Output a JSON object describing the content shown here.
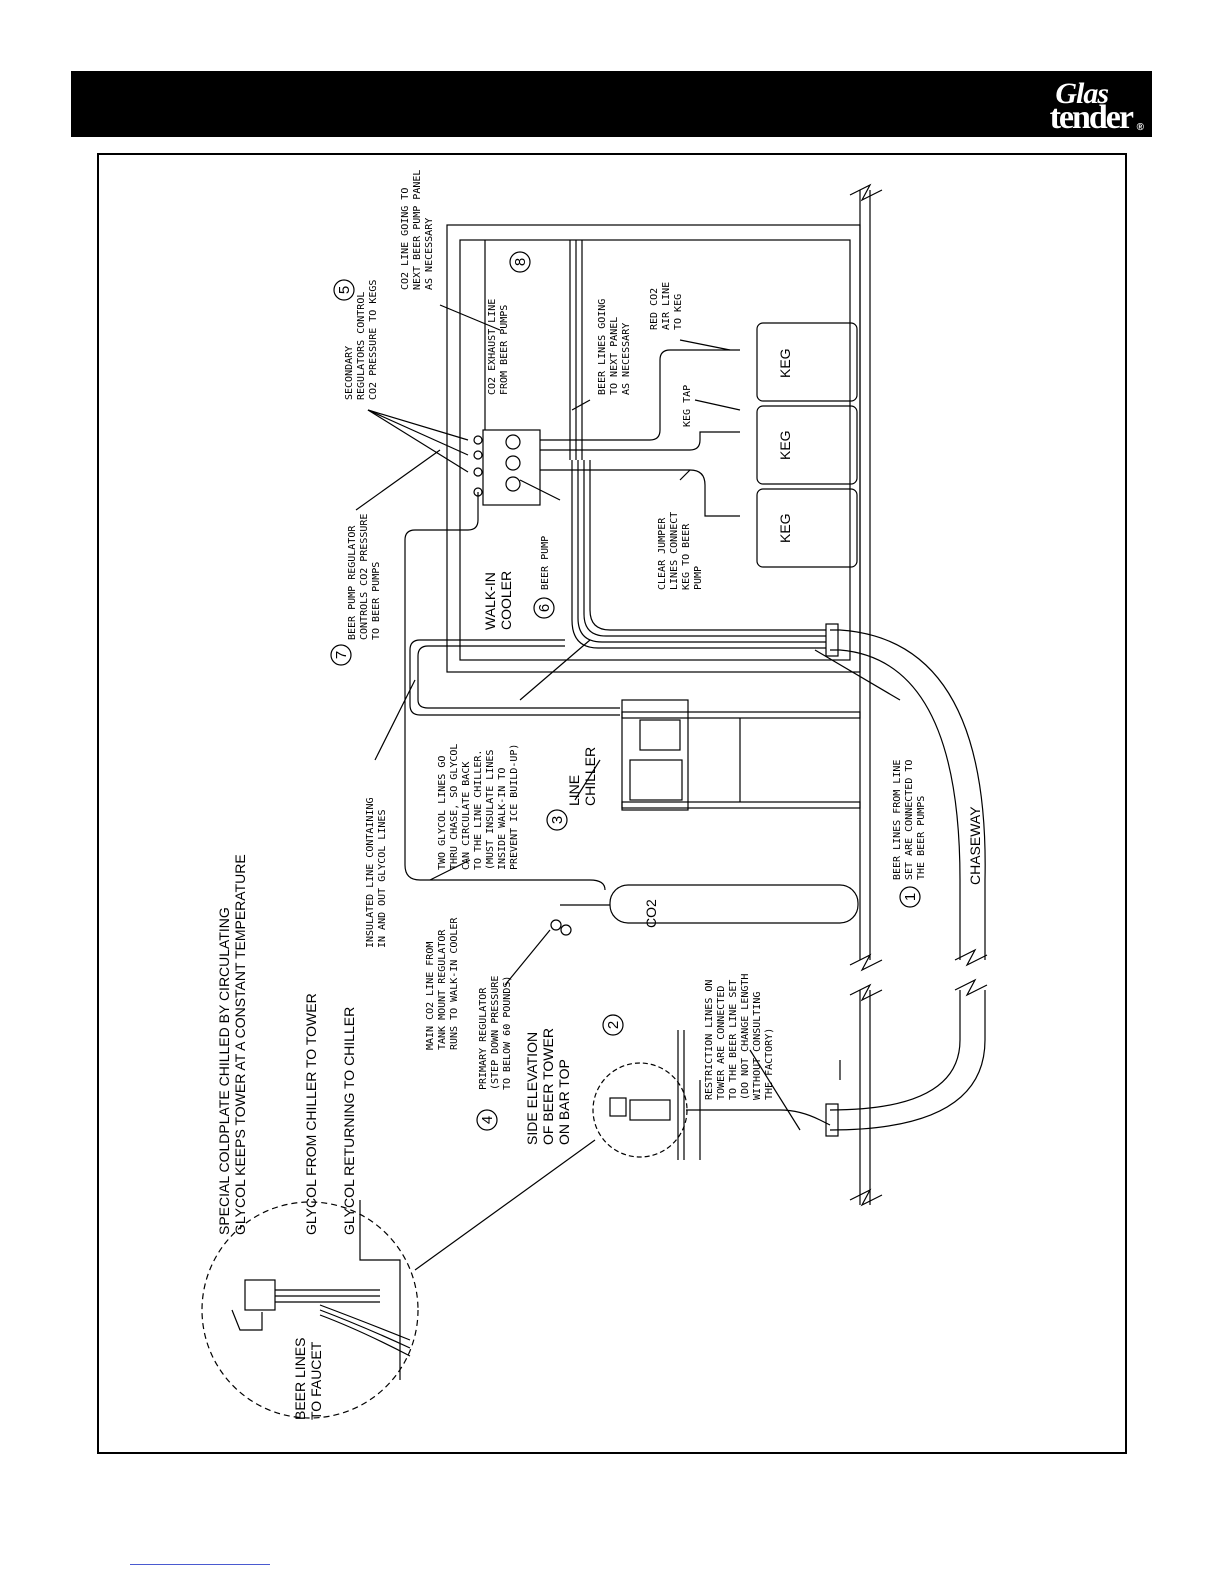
{
  "header": {
    "logo_line1": "Glas",
    "logo_line2": "tender",
    "logo_mark": "®"
  },
  "labels": {
    "coldplate": [
      "SPECIAL COLDPLATE CHILLED BY CIRCULATING",
      "GLYCOL KEEPS TOWER AT A CONSTANT TEMPERATURE"
    ],
    "glycol_from": "GLYCOL FROM CHILLER TO TOWER",
    "glycol_return": "GLYCOL RETURNING TO CHILLER",
    "beer_lines_faucet": [
      "BEER LINES",
      "TO FAUCET"
    ],
    "side_elevation": [
      "SIDE ELEVATION",
      "OF BEER TOWER",
      "ON BAR TOP"
    ],
    "primary_regulator": [
      "PRIMARY REGULATOR",
      "(STEP DOWN PRESSURE",
      "TO BELOW 60 POUNDS)"
    ],
    "main_co2": [
      "MAIN CO2 LINE FROM",
      "TANK MOUNT REGULATOR",
      "RUNS TO WALK-IN COOLER"
    ],
    "insulated_line": [
      "INSULATED LINE CONTAINING",
      "IN AND OUT GLYCOL LINES"
    ],
    "two_glycol": [
      "TWO GLYCOL LINES GO",
      "THRU CHASE, SO GLYCOL",
      "CAN CIRCULATE BACK",
      "TO THE LINE CHILLER.",
      "(MUST INSULATE LINES",
      "INSIDE WALK-IN TO",
      "PREVENT ICE BUILD-UP)"
    ],
    "line_chiller": [
      "LINE",
      "CHILLER"
    ],
    "co2_tank": "CO2",
    "walk_in": [
      "WALK-IN",
      "COOLER"
    ],
    "beer_pump": "BEER PUMP",
    "pump_regulator": [
      "BEER PUMP REGULATOR",
      "CONTROLS CO2 PRESSURE",
      "TO BEER PUMPS"
    ],
    "secondary_regulators": [
      "SECONDARY",
      "REGULATORS CONTROL",
      "CO2 PRESSURE TO KEGS"
    ],
    "co2_next_panel": [
      "CO2 LINE GOING TO",
      "NEXT BEER PUMP PANEL",
      "AS NECESSARY"
    ],
    "co2_exhaust": [
      "CO2 EXHAUST LINE",
      "FROM BEER PUMPS"
    ],
    "beer_lines_next": [
      "BEER LINES GOING",
      "TO NEXT PANEL",
      "AS NECESSARY"
    ],
    "red_co2": [
      "RED CO2",
      "AIR LINE",
      "TO KEG"
    ],
    "keg_tap": "KEG TAP",
    "clear_jumper": [
      "CLEAR JUMPER",
      "LINES CONNECT",
      "KEG TO BEER",
      "PUMP"
    ],
    "keg": "KEG",
    "beer_lines_set": [
      "BEER LINES FROM LINE",
      "SET ARE CONNECTED TO",
      "THE BEER PUMPS"
    ],
    "chaseway": "CHASEWAY",
    "restriction": [
      "RESTRICTION LINES ON",
      "TOWER ARE CONNECTED",
      "TO THE BEER LINE SET",
      "(DO NOT CHANGE LENGTH",
      "WITHOUT CONSULTING",
      "THE FACTORY)"
    ]
  },
  "callouts": [
    "1",
    "2",
    "3",
    "4",
    "5",
    "6",
    "7",
    "8"
  ]
}
